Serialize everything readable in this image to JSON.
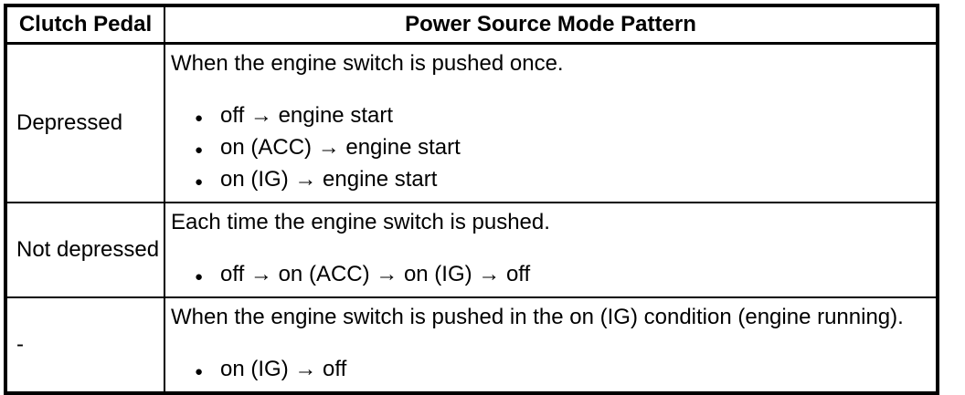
{
  "colors": {
    "text": "#000000",
    "background": "#ffffff",
    "border": "#000000"
  },
  "table": {
    "headers": [
      "Clutch Pedal",
      "Power Source Mode Pattern"
    ],
    "bullet_char": "●",
    "rows": [
      {
        "clutch": "Depressed",
        "intro": "When the engine switch is pushed once.",
        "bullets": [
          "off → engine start",
          "on (ACC) → engine start",
          "on (IG) → engine start"
        ]
      },
      {
        "clutch": "Not depressed",
        "intro": "Each time the engine switch is pushed.",
        "bullets": [
          "off → on (ACC) → on (IG) → off"
        ]
      },
      {
        "clutch": "-",
        "intro": "When the engine switch is pushed in the on (IG) condition (engine running).",
        "bullets": [
          "on (IG) → off"
        ]
      }
    ]
  }
}
